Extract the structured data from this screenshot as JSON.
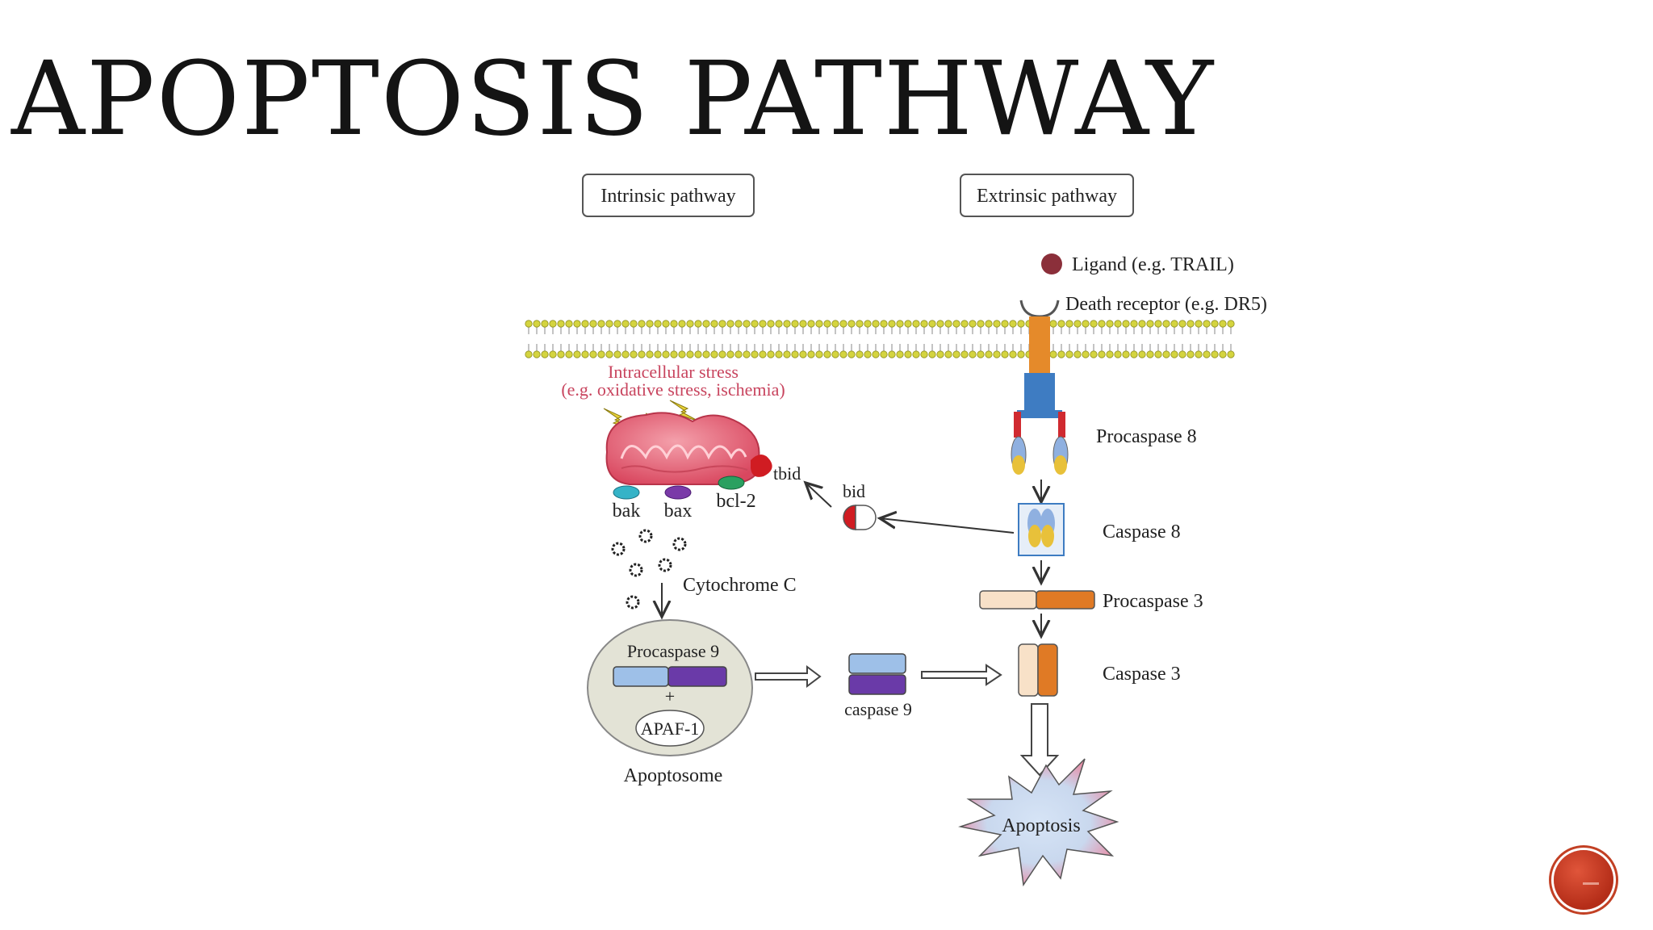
{
  "slide": {
    "title": "APOPTOSIS PATHWAY"
  },
  "diagram": {
    "intrinsic_label": "Intrinsic pathway",
    "extrinsic_label": "Extrinsic pathway",
    "ligand": "Ligand (e.g. TRAIL)",
    "death_receptor": "Death receptor (e.g. DR5)",
    "stress_line1": "Intracellular stress",
    "stress_line2": "(e.g. oxidative stress, ischemia)",
    "procaspase8": "Procaspase 8",
    "caspase8": "Caspase 8",
    "procaspase3": "Procaspase 3",
    "caspase3": "Caspase 3",
    "tbid": "tbid",
    "bid": "bid",
    "bak": "bak",
    "bax": "bax",
    "bcl2": "bcl-2",
    "cytochrome_c": "Cytochrome C",
    "procaspase9": "Procaspase 9",
    "plus": "+",
    "apaf1": "APAF-1",
    "apoptosome": "Apoptosome",
    "caspase9": "caspase 9",
    "apoptosis": "Apoptosis"
  },
  "colors": {
    "membrane_head": "#c9c93a",
    "receptor_orange": "#e58a2a",
    "receptor_blue": "#3e7cc2",
    "mito_pink": "#e86a7d",
    "caspase_blue": "#9ec0e8",
    "caspase_purple": "#6a3aa8",
    "caspase_orange": "#e07a25",
    "caspase_cream": "#f8e1c8",
    "nav_red": "#c0341e"
  }
}
